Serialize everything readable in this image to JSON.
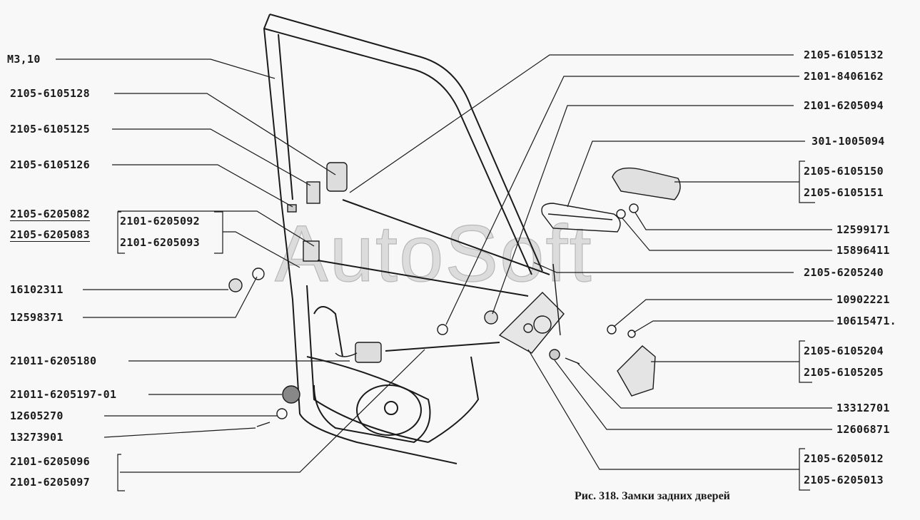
{
  "watermark": "AutoSoft",
  "caption": "Рис. 318. Замки задних дверей",
  "left_labels": {
    "m3_10": "М3,10",
    "p128": "2105-6105128",
    "p125": "2105-6105125",
    "p126": "2105-6105126",
    "p082": "2105-6205082",
    "p083": "2105-6205083",
    "p092": "2101-6205092",
    "p093": "2101-6205093",
    "p16102311": "16102311",
    "p12598371": "12598371",
    "p180": "21011-6205180",
    "p197": "21011-6205197-01",
    "p12605270": "12605270",
    "p13273901": "13273901",
    "p096": "2101-6205096",
    "p097": "2101-6205097"
  },
  "right_labels": {
    "p132": "2105-6105132",
    "p8406162": "2101-8406162",
    "p094": "2101-6205094",
    "p301": "301-1005094",
    "p150": "2105-6105150",
    "p151": "2105-6105151",
    "p12599171": "12599171",
    "p15896411": "15896411",
    "p240": "2105-6205240",
    "p10902221": "10902221",
    "p10615471": "10615471.",
    "p204": "2105-6105204",
    "p205": "2105-6105205",
    "p13312701": "13312701",
    "p12606871": "12606871",
    "p012": "2105-6205012",
    "p013": "2105-6205013"
  }
}
